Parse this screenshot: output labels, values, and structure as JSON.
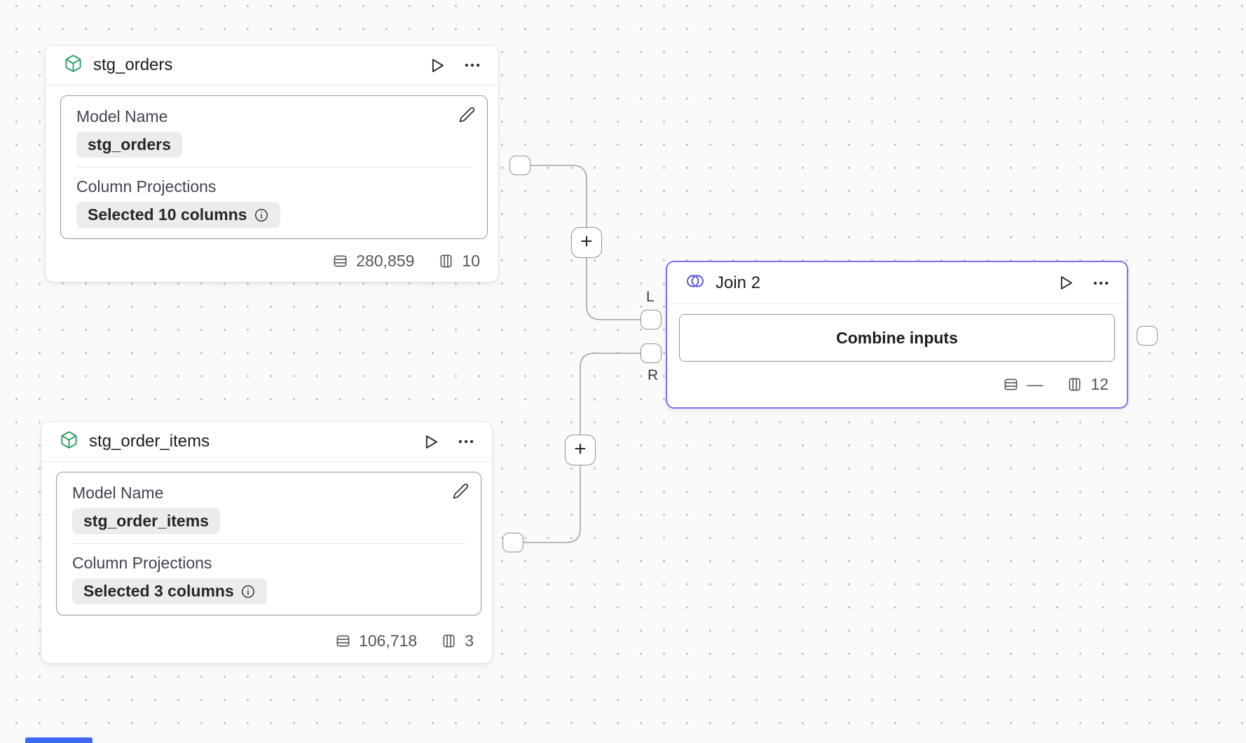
{
  "nodes": {
    "stg_orders": {
      "title": "stg_orders",
      "model_name_label": "Model Name",
      "model_name_value": "stg_orders",
      "projections_label": "Column Projections",
      "projections_value": "Selected 10 columns",
      "row_count": "280,859",
      "column_count": "10"
    },
    "stg_order_items": {
      "title": "stg_order_items",
      "model_name_label": "Model Name",
      "model_name_value": "stg_order_items",
      "projections_label": "Column Projections",
      "projections_value": "Selected 3 columns",
      "row_count": "106,718",
      "column_count": "3"
    },
    "join2": {
      "title": "Join 2",
      "combine_button_label": "Combine inputs",
      "row_count": "—",
      "column_count": "12"
    }
  },
  "edges": {
    "add_label": "+",
    "left_port_label": "L",
    "right_port_label": "R"
  },
  "icons": {
    "model": "box-icon",
    "join": "venn-icon",
    "run": "play-icon",
    "menu": "ellipsis-icon",
    "edit": "pencil-icon",
    "info": "info-icon",
    "rows": "rows-icon",
    "columns": "columns-icon"
  },
  "colors": {
    "model_icon_green": "#2f9e63",
    "join_icon_violet": "#5a55e0",
    "selection_violet": "#7b70f0",
    "edge_gray": "#a2a2aa",
    "chip_bg": "#ececec",
    "canvas_bg": "#fafafa",
    "blue_fragment": "#3e6af3"
  }
}
